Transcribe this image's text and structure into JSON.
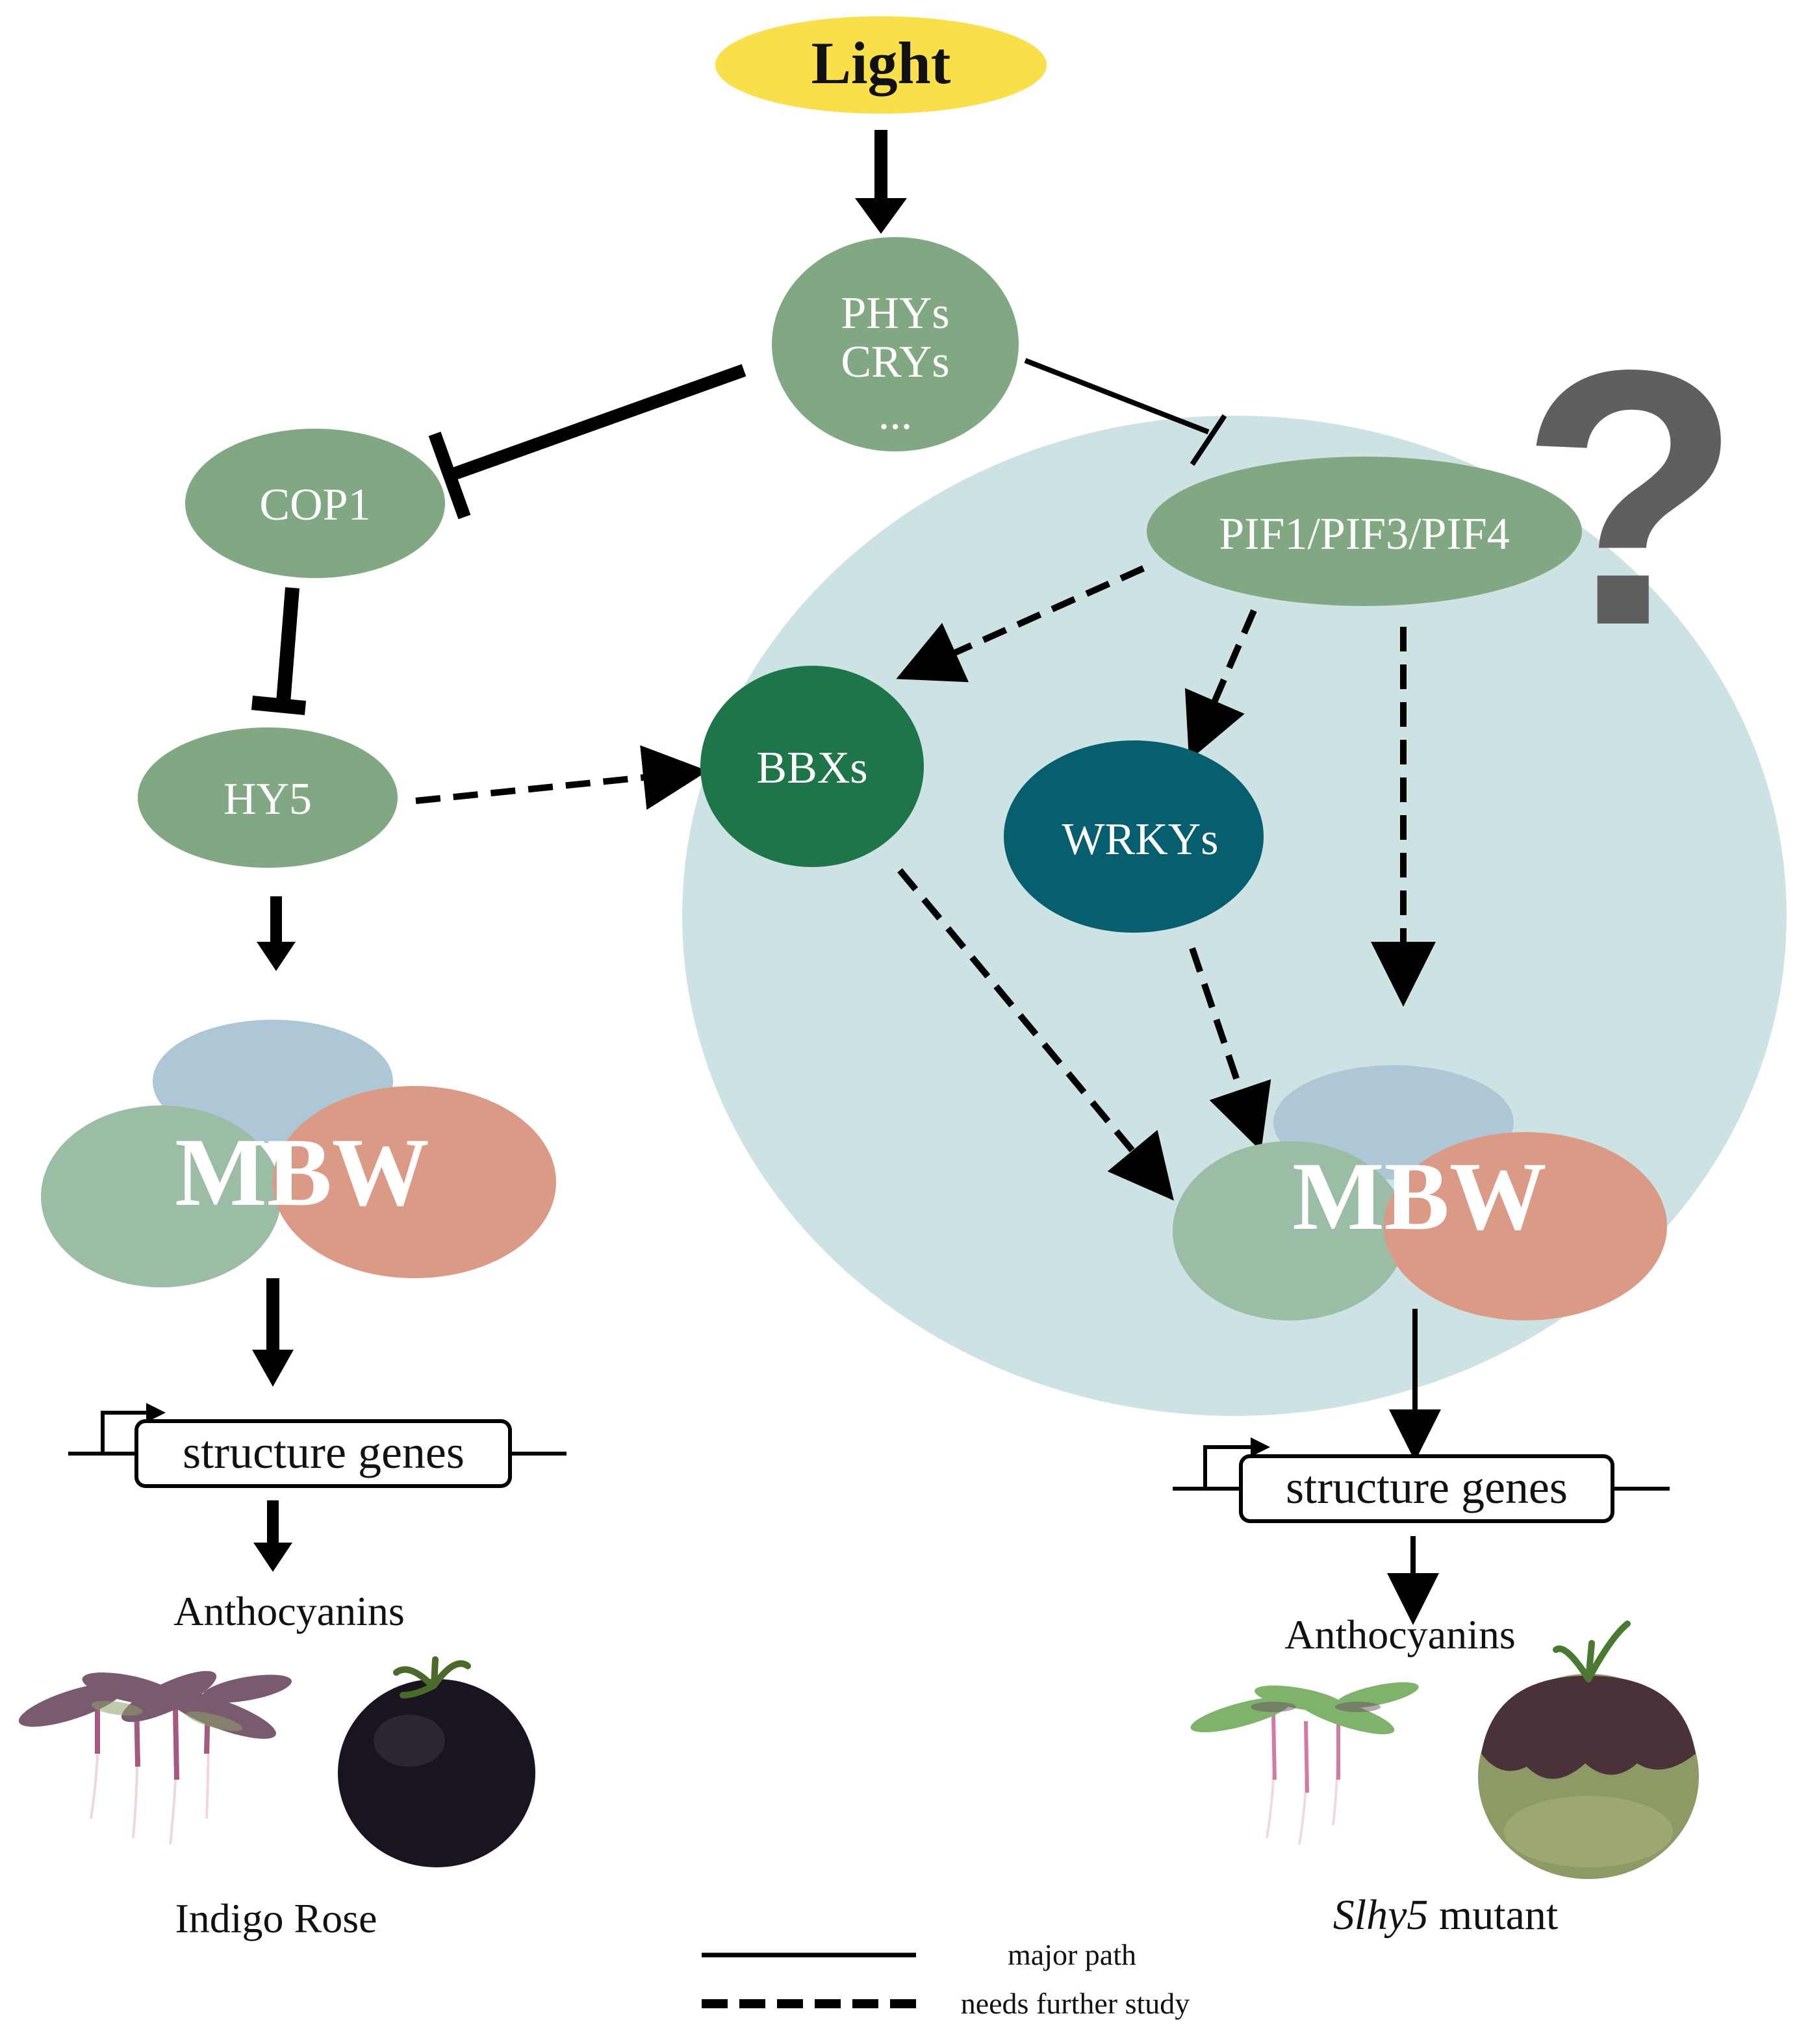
{
  "nodes": {
    "light": "Light",
    "photoreceptors": [
      "PHYs",
      "CRYs",
      "..."
    ],
    "cop1": "COP1",
    "hy5": "HY5",
    "pif": "PIF1/PIF3/PIF4",
    "bbx": "BBXs",
    "wrky": "WRKYs",
    "mbw_left": "MBW",
    "mbw_right": "MBW"
  },
  "question_mark": "?",
  "genes": {
    "left": "structure genes",
    "right": "structure genes"
  },
  "outputs": {
    "left": "Anthocyanins",
    "right": "Anthocyanins"
  },
  "captions": {
    "left": "Indigo Rose",
    "right_italic": "Slhy5",
    "right_rest": " mutant"
  },
  "legend": {
    "solid": "major path",
    "dashed": "needs further study"
  },
  "colors": {
    "light": "#f9e04b",
    "node_green": "#82a883",
    "bbx": "#1e754a",
    "wrky": "#065e6f",
    "region": "#cde2e2",
    "mbw_blue": "#adc7d6",
    "mbw_green": "#9bbda6",
    "mbw_red": "#db9a86"
  }
}
